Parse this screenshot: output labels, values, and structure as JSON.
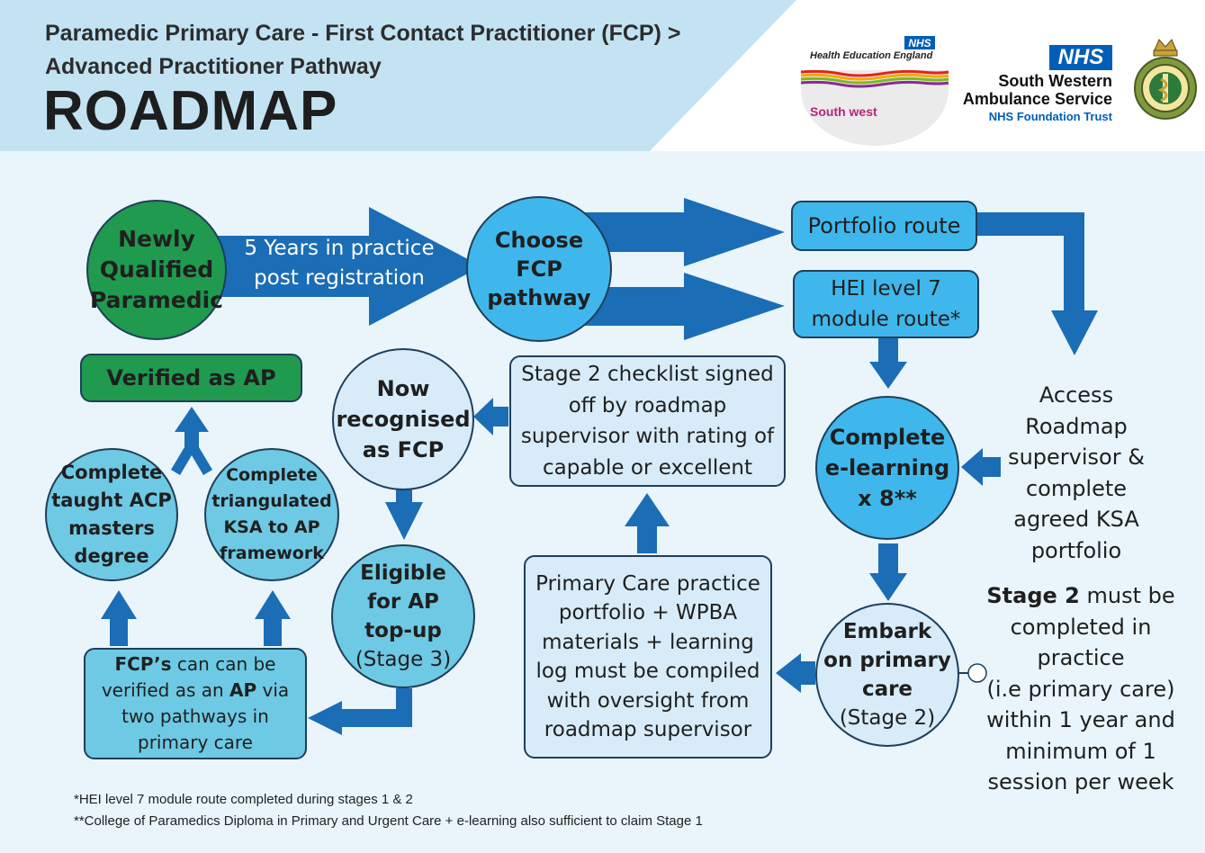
{
  "header": {
    "title_line1": "Paramedic Primary Care - First Contact Practitioner (FCP) >",
    "title_line2": "Advanced Practitioner Pathway",
    "heading": "ROADMAP"
  },
  "logos": {
    "hee": {
      "nhs": "NHS",
      "name": "Health Education England",
      "region": "South west"
    },
    "swas": {
      "nhs": "NHS",
      "line1": "South Western",
      "line2": "Ambulance Service",
      "line3": "NHS Foundation Trust"
    },
    "crest_icon": "ambulance-crest"
  },
  "nodes": {
    "newly_qualified": [
      "Newly",
      "Qualified",
      "Paramedic"
    ],
    "five_years": [
      "5 Years in practice",
      "post registration"
    ],
    "choose_fcp": [
      "Choose",
      "FCP",
      "pathway"
    ],
    "portfolio_route": "Portfolio route",
    "hei_route": [
      "HEI level 7",
      "module route*"
    ],
    "access_roadmap": [
      "Access",
      "Roadmap",
      "supervisor &",
      "complete",
      "agreed KSA",
      "portfolio"
    ],
    "complete_elearning": [
      "Complete",
      "e-learning",
      "x 8**"
    ],
    "stage2_checklist": [
      "Stage 2 checklist signed",
      "off by roadmap",
      "supervisor with rating of",
      "capable or excellent"
    ],
    "now_recognised": [
      "Now",
      "recognised",
      "as FCP"
    ],
    "verified_ap": "Verified as AP",
    "taught_acp": [
      "Complete",
      "taught ACP",
      "masters",
      "degree"
    ],
    "triangulated": [
      "Complete",
      "triangulated",
      "KSA to AP",
      "framework"
    ],
    "eligible": [
      "Eligible",
      "for AP",
      "top-up",
      "(Stage 3)"
    ],
    "primary_care_portfolio": [
      "Primary Care practice",
      "portfolio + WPBA",
      "materials + learning",
      "log must be compiled",
      "with oversight from",
      "roadmap supervisor"
    ],
    "embark": [
      "Embark",
      "on primary",
      "care",
      "(Stage 2)"
    ],
    "fcp_verified": {
      "b1": "FCP’s",
      "t1": " can can be",
      "t2": "verified as an ",
      "b2": "AP",
      "t3": " via",
      "t4": "two pathways in",
      "t5": "primary care"
    },
    "stage2_note": {
      "bold": "Stage 2",
      "rest1": " must be",
      "lines": [
        "completed in",
        "practice",
        "(i.e primary care)",
        "within 1 year and",
        "minimum of 1",
        "session per week"
      ]
    }
  },
  "footnotes": {
    "f1": "*HEI level 7 module route completed during stages 1 & 2",
    "f2": "**College of Paramedics Diploma in Primary and Urgent Care + e-learning also sufficient to claim Stage 1"
  },
  "colors": {
    "arrow": "#1b6db5",
    "green": "#1f9a4f",
    "light_blue": "#d7ecf8",
    "mid_blue": "#6ec9e4",
    "bright_blue": "#3fb7ec",
    "header_bg": "#c3e3f3"
  }
}
